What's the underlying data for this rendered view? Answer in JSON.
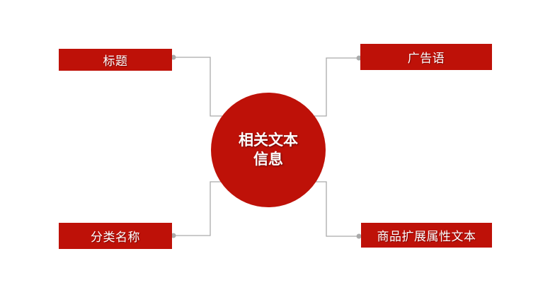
{
  "diagram": {
    "type": "mind-map",
    "colors": {
      "node_fill": "#BE1108",
      "text": "#FFFFFF",
      "connector": "#AAAAAA",
      "background": "#FFFFFF"
    },
    "center": {
      "line1": "相关文本",
      "line2": "信息"
    },
    "nodes": {
      "top_left": {
        "label": "标题"
      },
      "top_right": {
        "label": "广告语"
      },
      "bottom_left": {
        "label": "分类名称"
      },
      "bottom_right": {
        "label": "商品扩展属性文本"
      }
    }
  }
}
